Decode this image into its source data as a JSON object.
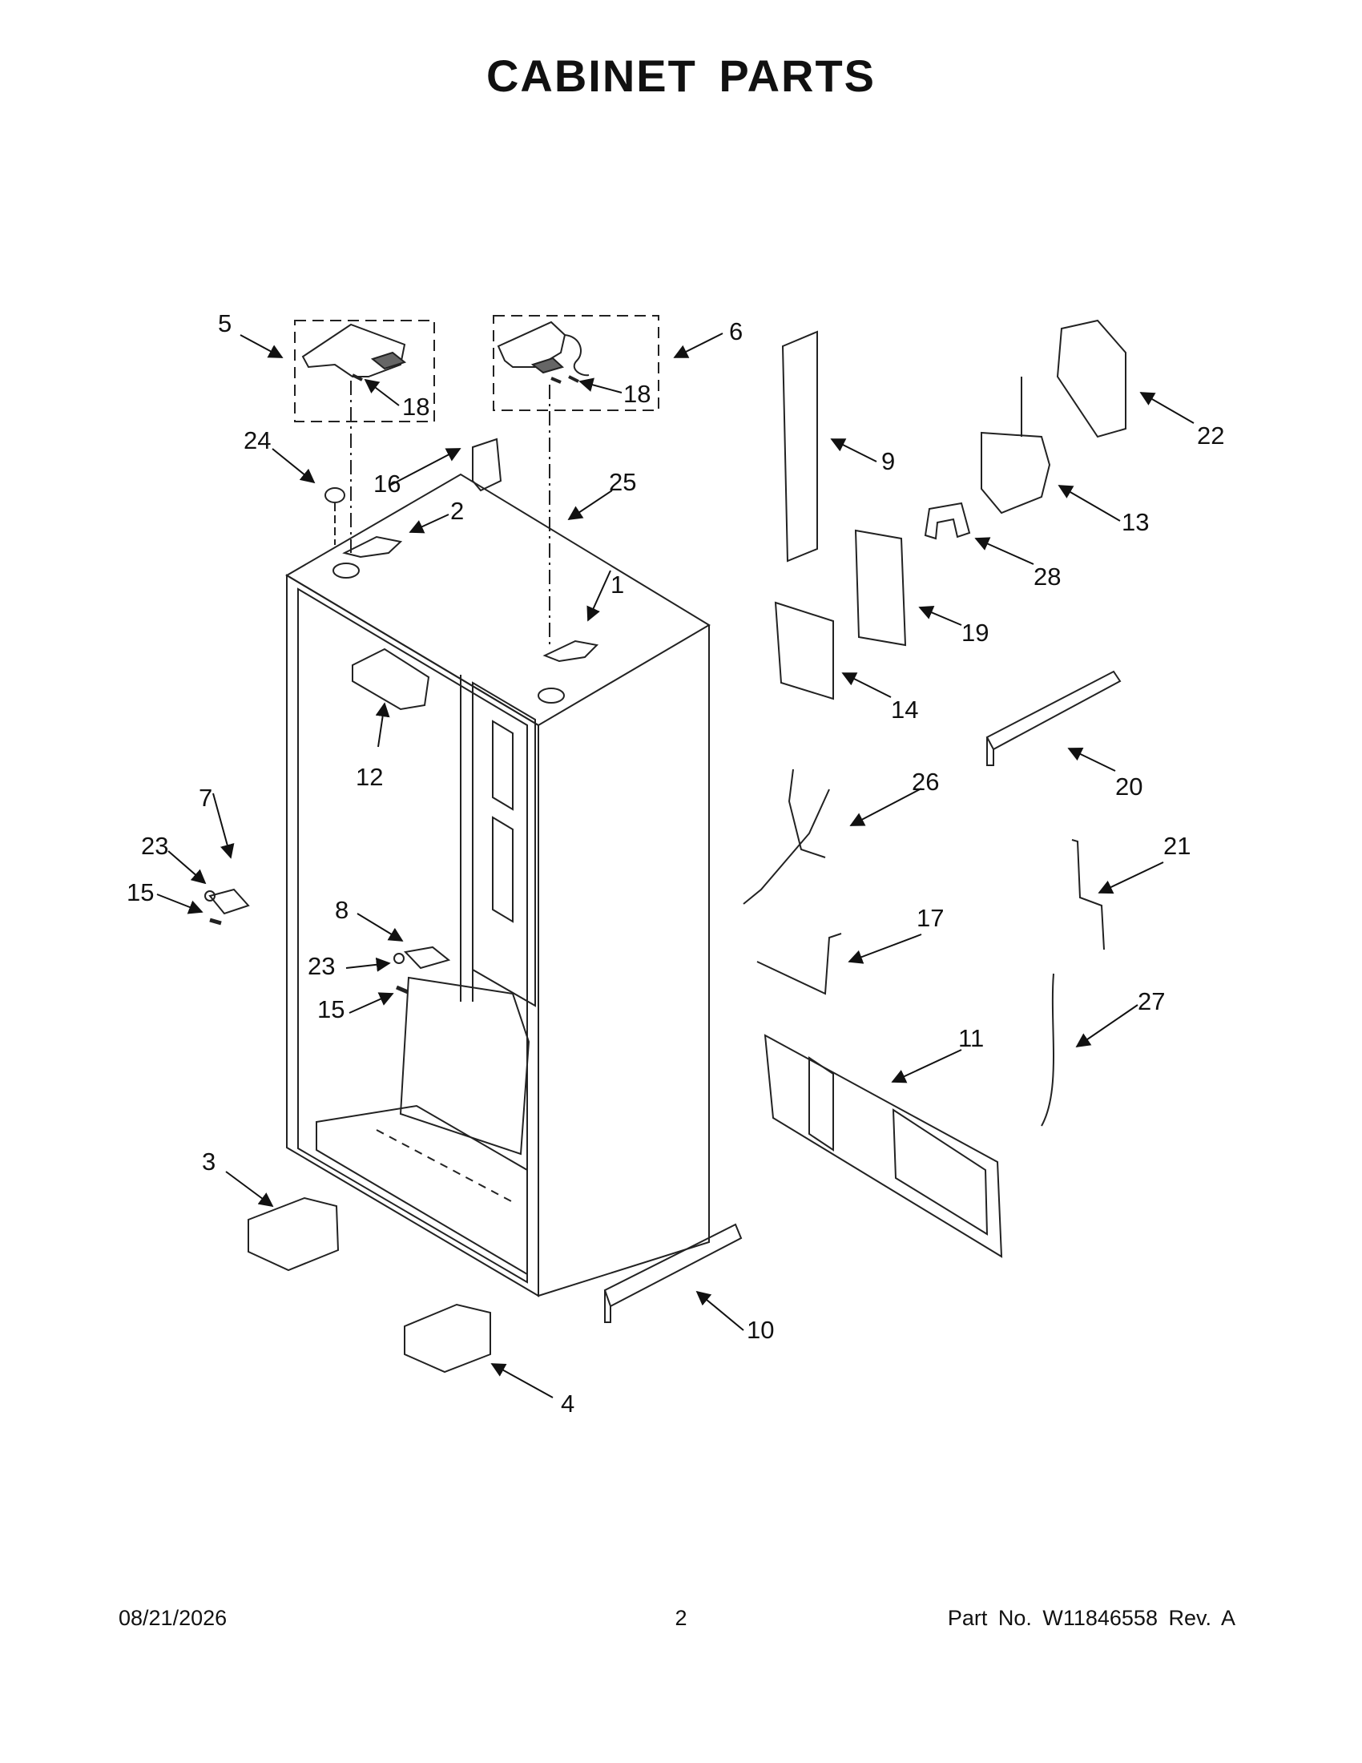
{
  "title": "CABINET PARTS",
  "footer": {
    "date": "08/21/2026",
    "page": "2",
    "part": "Part No.  W11846558   Rev.  A"
  },
  "callouts": [
    {
      "id": "c5a",
      "label": "5"
    },
    {
      "id": "c18a",
      "label": "18"
    },
    {
      "id": "c6",
      "label": "6"
    },
    {
      "id": "c18b",
      "label": "18"
    },
    {
      "id": "c24",
      "label": "24"
    },
    {
      "id": "c16",
      "label": "16"
    },
    {
      "id": "c25",
      "label": "25"
    },
    {
      "id": "c2",
      "label": "2"
    },
    {
      "id": "c1",
      "label": "1"
    },
    {
      "id": "c12",
      "label": "12"
    },
    {
      "id": "c7",
      "label": "7"
    },
    {
      "id": "c23a",
      "label": "23"
    },
    {
      "id": "c15a",
      "label": "15"
    },
    {
      "id": "c8",
      "label": "8"
    },
    {
      "id": "c23b",
      "label": "23"
    },
    {
      "id": "c15b",
      "label": "15"
    },
    {
      "id": "c3",
      "label": "3"
    },
    {
      "id": "c4",
      "label": "4"
    },
    {
      "id": "c10",
      "label": "10"
    },
    {
      "id": "c9",
      "label": "9"
    },
    {
      "id": "c22",
      "label": "22"
    },
    {
      "id": "c13",
      "label": "13"
    },
    {
      "id": "c28",
      "label": "28"
    },
    {
      "id": "c19",
      "label": "19"
    },
    {
      "id": "c14",
      "label": "14"
    },
    {
      "id": "c20",
      "label": "20"
    },
    {
      "id": "c26",
      "label": "26"
    },
    {
      "id": "c21",
      "label": "21"
    },
    {
      "id": "c17",
      "label": "17"
    },
    {
      "id": "c27",
      "label": "27"
    },
    {
      "id": "c11",
      "label": "11"
    }
  ]
}
